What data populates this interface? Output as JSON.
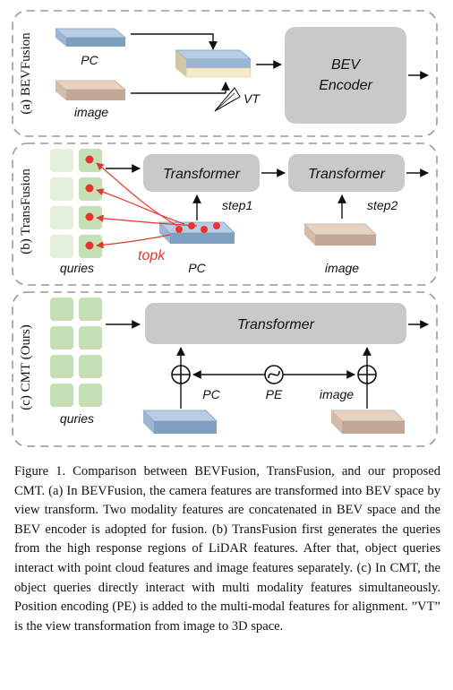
{
  "panels": {
    "a": {
      "side_label": "(a) BEVFusion",
      "pc_label": "PC",
      "image_label": "image",
      "vt_label": "VT",
      "encoder_label_line1": "BEV",
      "encoder_label_line2": "Encoder"
    },
    "b": {
      "side_label": "(b) TransFusion",
      "transformer1": "Transformer",
      "transformer2": "Transformer",
      "step1": "step1",
      "step2": "step2",
      "queries_label": "quries",
      "topk_label": "topk",
      "pc_label": "PC",
      "image_label": "image"
    },
    "c": {
      "side_label": "(c) CMT (Ours)",
      "transformer": "Transformer",
      "queries_label": "quries",
      "pc_label": "PC",
      "pe_label": "PE",
      "image_label": "image"
    }
  },
  "colors": {
    "pc_top": "#b8cde4",
    "pc_side": "#7f9fc2",
    "image_top": "#e6d2c2",
    "image_side": "#c2a894",
    "fused_bottom": "#f5ebc8",
    "block_fill": "#c9c9c9",
    "query_fill": "#c5e0b4",
    "query_light": "#e4f0dc",
    "point_red": "#e8332e",
    "topk_red": "#e0392f"
  },
  "caption": "Figure 1.  Comparison between BEVFusion, TransFusion, and our proposed CMT. (a) In BEVFusion, the camera features are transformed into BEV space by view transform.  Two modality features are concatenated in BEV space and the BEV encoder is adopted for fusion.  (b) TransFusion first generates the queries from the high response regions of LiDAR features. After that, object queries interact with point cloud features and image features separately.  (c) In CMT, the object queries directly interact with multi modality features simultaneously. Position encoding (PE) is added to the multi-modal features for alignment. ”VT” is the view transformation from image to 3D space."
}
